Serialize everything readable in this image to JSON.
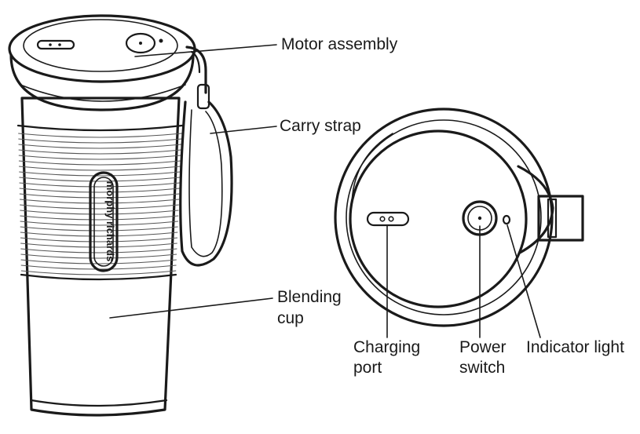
{
  "labels": {
    "motor_assembly": "Motor assembly",
    "carry_strap": "Carry strap",
    "blending_cup_line1": "Blending",
    "blending_cup_line2": "cup",
    "charging_port_line1": "Charging",
    "charging_port_line2": "port",
    "power_switch_line1": "Power",
    "power_switch_line2": "switch",
    "indicator_light": "Indicator light"
  },
  "brand_logo": "morphy richards"
}
